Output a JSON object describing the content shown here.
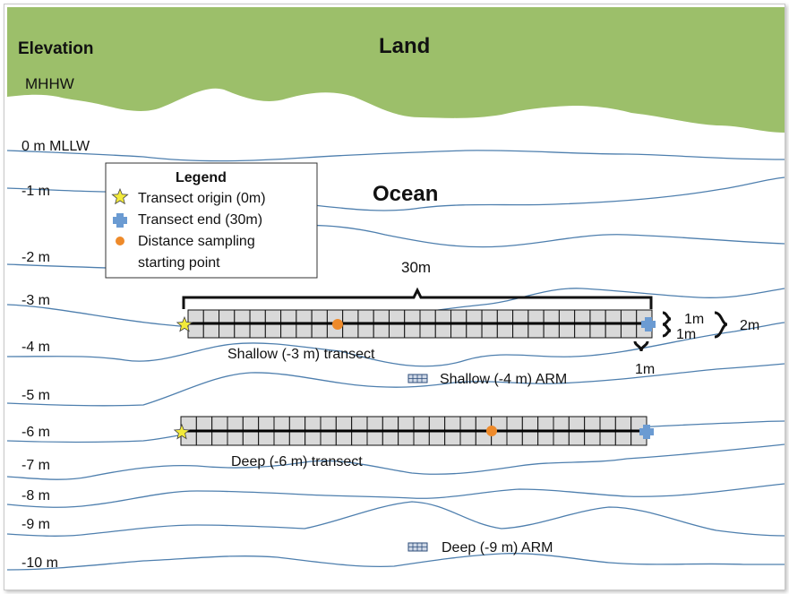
{
  "labels": {
    "elevation": "Elevation",
    "land": "Land",
    "mhhw": "MHHW",
    "ocean": "Ocean"
  },
  "depth_labels": [
    "0 m MLLW",
    "-1 m",
    "-2 m",
    "-3 m",
    "-4 m",
    "-5 m",
    "-6 m",
    "-7 m",
    "-8 m",
    "-9 m",
    "-10 m"
  ],
  "legend": {
    "title": "Legend",
    "items": [
      {
        "symbol": "star",
        "color": "#f2ea3a",
        "text": "Transect origin (0m)"
      },
      {
        "symbol": "cross",
        "color": "#6b9bd2",
        "text": "Transect end (30m)"
      },
      {
        "symbol": "dot",
        "color": "#ee8a2a",
        "text_lines": [
          "Distance sampling",
          "starting point"
        ]
      }
    ]
  },
  "shallow_transect": {
    "label": "Shallow (-3 m) transect",
    "length_label": "30m",
    "width_labels": {
      "half_upper": "1m",
      "half_lower": "1m",
      "total": "2m",
      "segment": "1m"
    },
    "cells": 30
  },
  "deep_transect": {
    "label": "Deep (-6 m) transect",
    "cells": 30
  },
  "arms": {
    "shallow": "Shallow (-4 m) ARM",
    "deep": "Deep (-9 m) ARM"
  },
  "colors": {
    "land": "#9cbf6a",
    "contour": "#4e7fae",
    "grid_fill": "#d9d9d9",
    "star": "#f2ea3a",
    "end": "#6b9bd2",
    "dot": "#ee8a2a"
  }
}
